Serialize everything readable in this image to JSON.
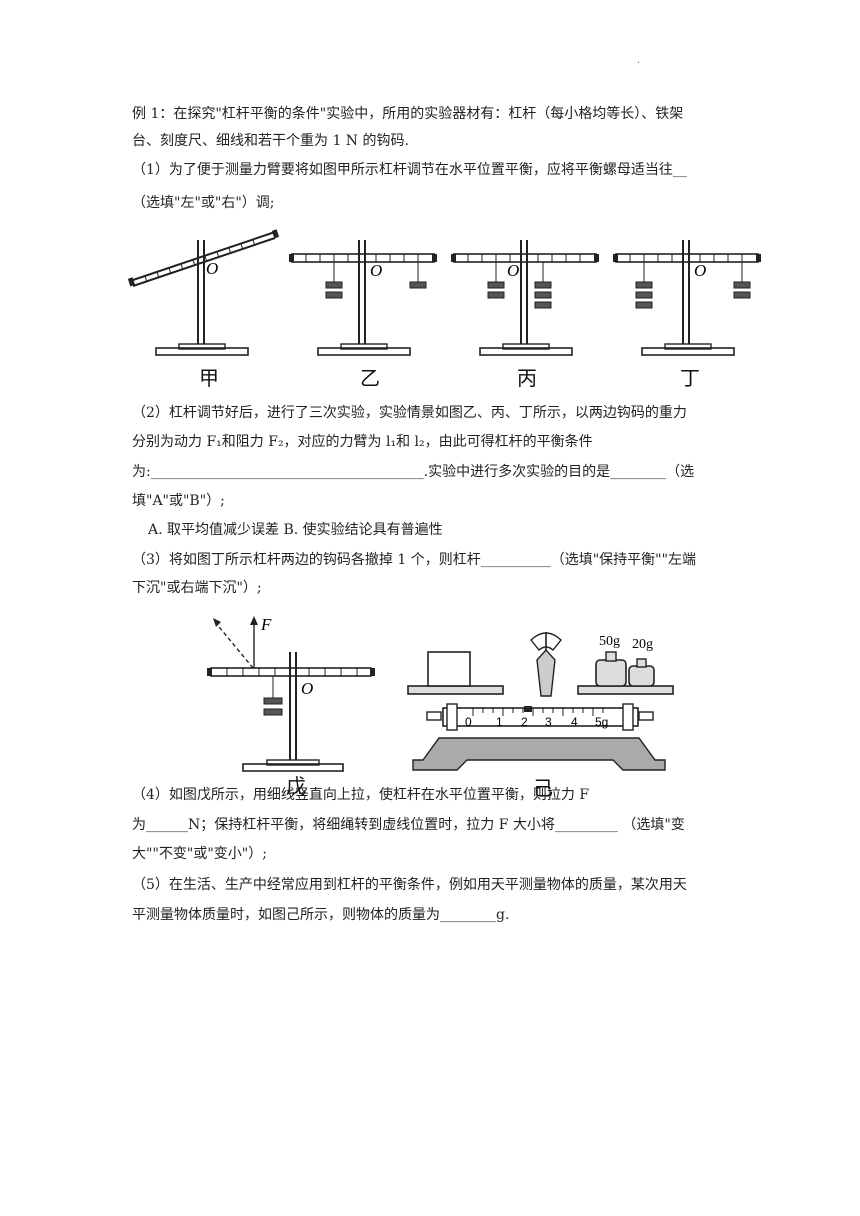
{
  "page": {
    "corner_mark": "·",
    "lines": [
      "例 1：在探究\"杠杆平衡的条件\"实验中，所用的实验器材有：杠杆（每小格均等长）、铁架",
      "台、刻度尺、细线和若干个重为 1 N 的钩码.",
      "（1）为了便于测量力臂要将如图甲所示杠杆调节在水平位置平衡，应将平衡螺母适当往__",
      "（选填\"左\"或\"右\"）调;",
      "（2）杠杆调节好后，进行了三次实验，实验情景如图乙、丙、丁所示，以两边钩码的重力",
      "分别为动力 F₁和阻力 F₂，对应的力臂为 l₁和 l₂，由此可得杠杆的平衡条件",
      "为:_______________________________________.实验中进行多次实验的目的是________（选",
      "填\"A\"或\"B\"）;",
      "A.  取平均值减少误差                 B.  使实验结论具有普遍性",
      "（3）将如图丁所示杠杆两边的钩码各撤掉 1 个，则杠杆__________（选填\"保持平衡\"\"左端",
      "下沉\"或右端下沉\"）;",
      "（4）如图戊所示，用细线竖直向上拉，使杠杆在水平位置平衡，则拉力 F",
      "为______N；保持杠杆平衡，将细绳转到虚线位置时，拉力 F 大小将_________   （选填\"变",
      "大\"\"不变\"或\"变小\"）;",
      "（5）在生活、生产中经常应用到杠杆的平衡条件，例如用天平测量物体的质量，某次用天",
      "平测量物体质量时，如图己所示，则物体的质量为________g."
    ]
  },
  "figures": {
    "jia": "甲",
    "yi": "乙",
    "bing": "丙",
    "ding": "丁",
    "wu": "戊",
    "ji": "己",
    "pivot": "O",
    "force": "F",
    "weight_50": "50g",
    "weight_20": "20g",
    "scale_ticks": [
      "0",
      "1",
      "2",
      "3",
      "4",
      "5g"
    ]
  }
}
